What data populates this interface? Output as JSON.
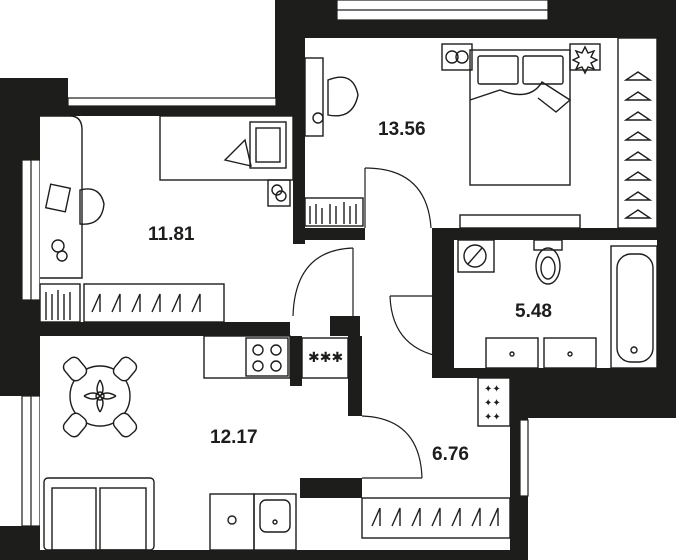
{
  "plan": {
    "rooms": [
      {
        "id": "bedroom",
        "area": "13.56"
      },
      {
        "id": "living-room",
        "area": "11.81"
      },
      {
        "id": "bathroom",
        "area": "5.48"
      },
      {
        "id": "kitchen",
        "area": "12.17"
      },
      {
        "id": "hallway",
        "area": "6.76"
      }
    ],
    "colors": {
      "wall": "#1d1d1b",
      "background": "#ffffff",
      "furniture_stroke": "#1d1d1b"
    }
  }
}
